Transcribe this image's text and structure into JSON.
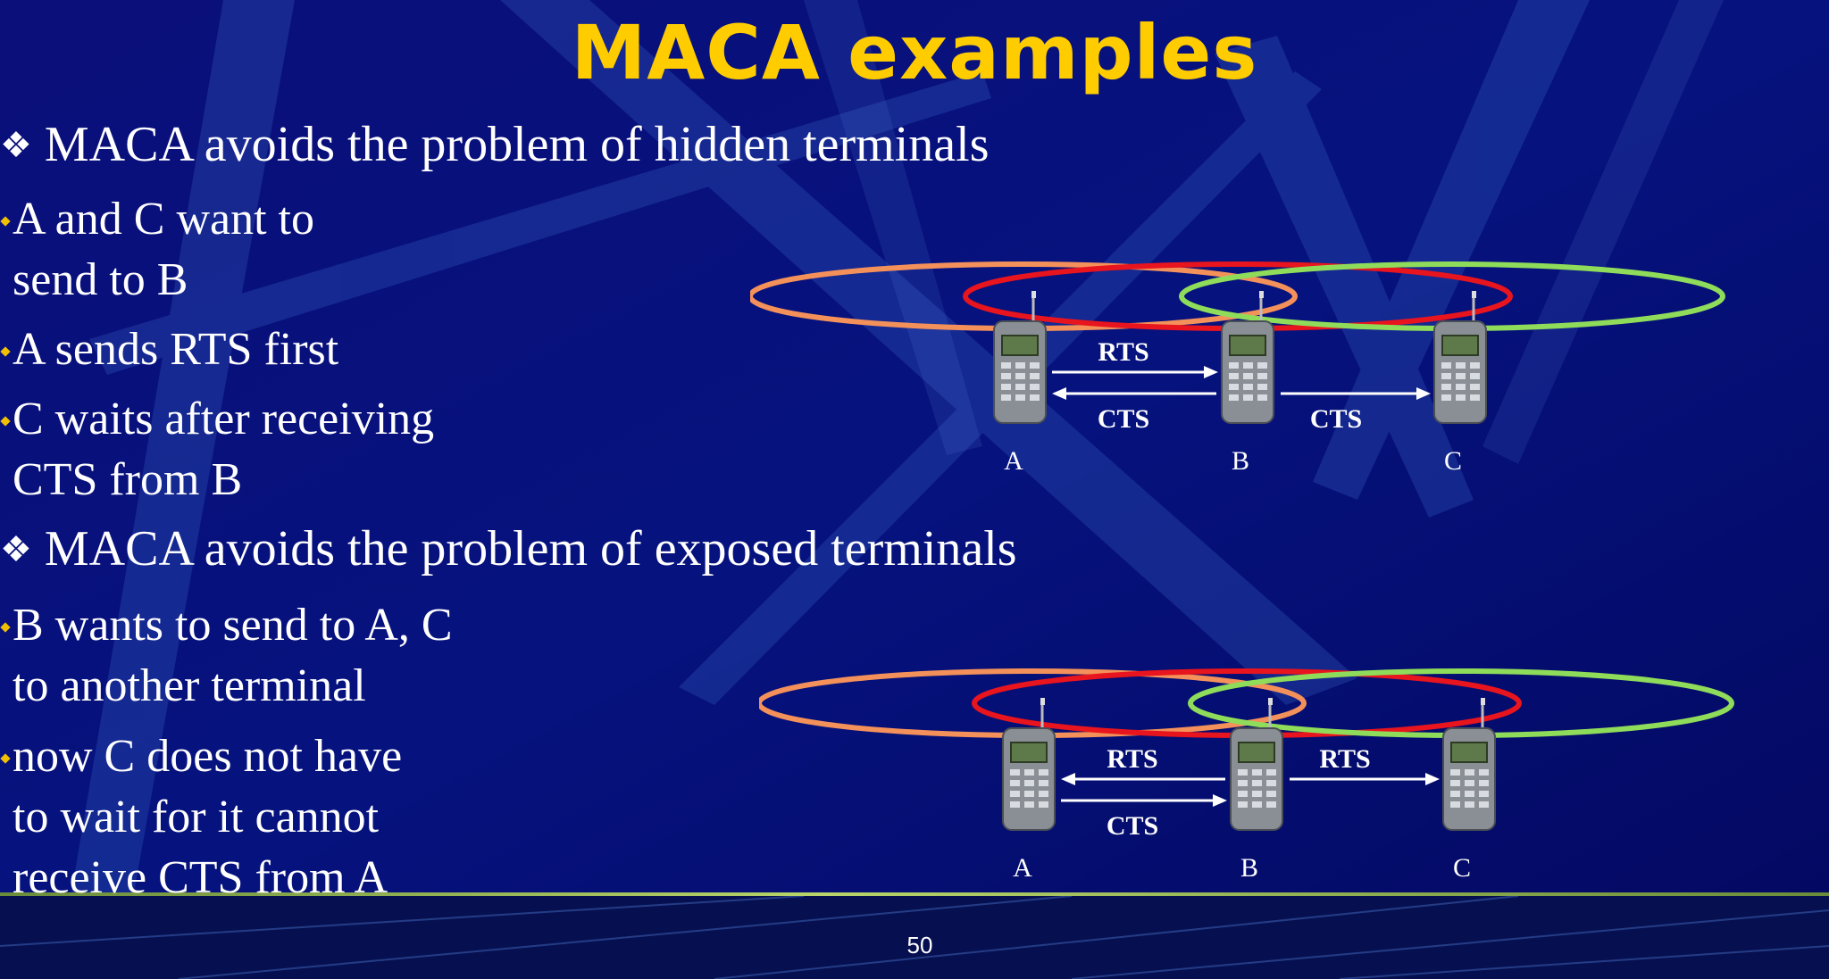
{
  "slide": {
    "title": "MACA examples",
    "page_number": "50"
  },
  "sections": [
    {
      "heading": "MACA avoids the problem of hidden terminals",
      "points": [
        [
          "A and C want to",
          "send to B"
        ],
        [
          "A sends RTS first"
        ],
        [
          "C waits after receiving",
          "CTS from B"
        ]
      ]
    },
    {
      "heading": "MACA avoids the problem of exposed terminals",
      "points": [
        [
          "B wants to send to A, C",
          "to another terminal"
        ],
        [
          "now C does not have",
          "to wait for it cannot",
          "receive CTS from A"
        ]
      ]
    }
  ],
  "diagrams": [
    {
      "nodes": [
        "A",
        "B",
        "C"
      ],
      "arrows": [
        {
          "label": "RTS",
          "from": "A",
          "to": "B"
        },
        {
          "label": "CTS",
          "from": "B",
          "to": "A"
        },
        {
          "label": "CTS",
          "from": "B",
          "to": "C"
        }
      ]
    },
    {
      "nodes": [
        "A",
        "B",
        "C"
      ],
      "arrows": [
        {
          "label": "RTS",
          "from": "B",
          "to": "A"
        },
        {
          "label": "CTS",
          "from": "A",
          "to": "B"
        },
        {
          "label": "RTS",
          "from": "B",
          "to": "C"
        }
      ]
    }
  ],
  "colors": {
    "background": "#050a6e",
    "title": "#ffcc00",
    "range_A": "#f4915a",
    "range_B": "#e8141e",
    "range_C": "#8fdc5a"
  }
}
